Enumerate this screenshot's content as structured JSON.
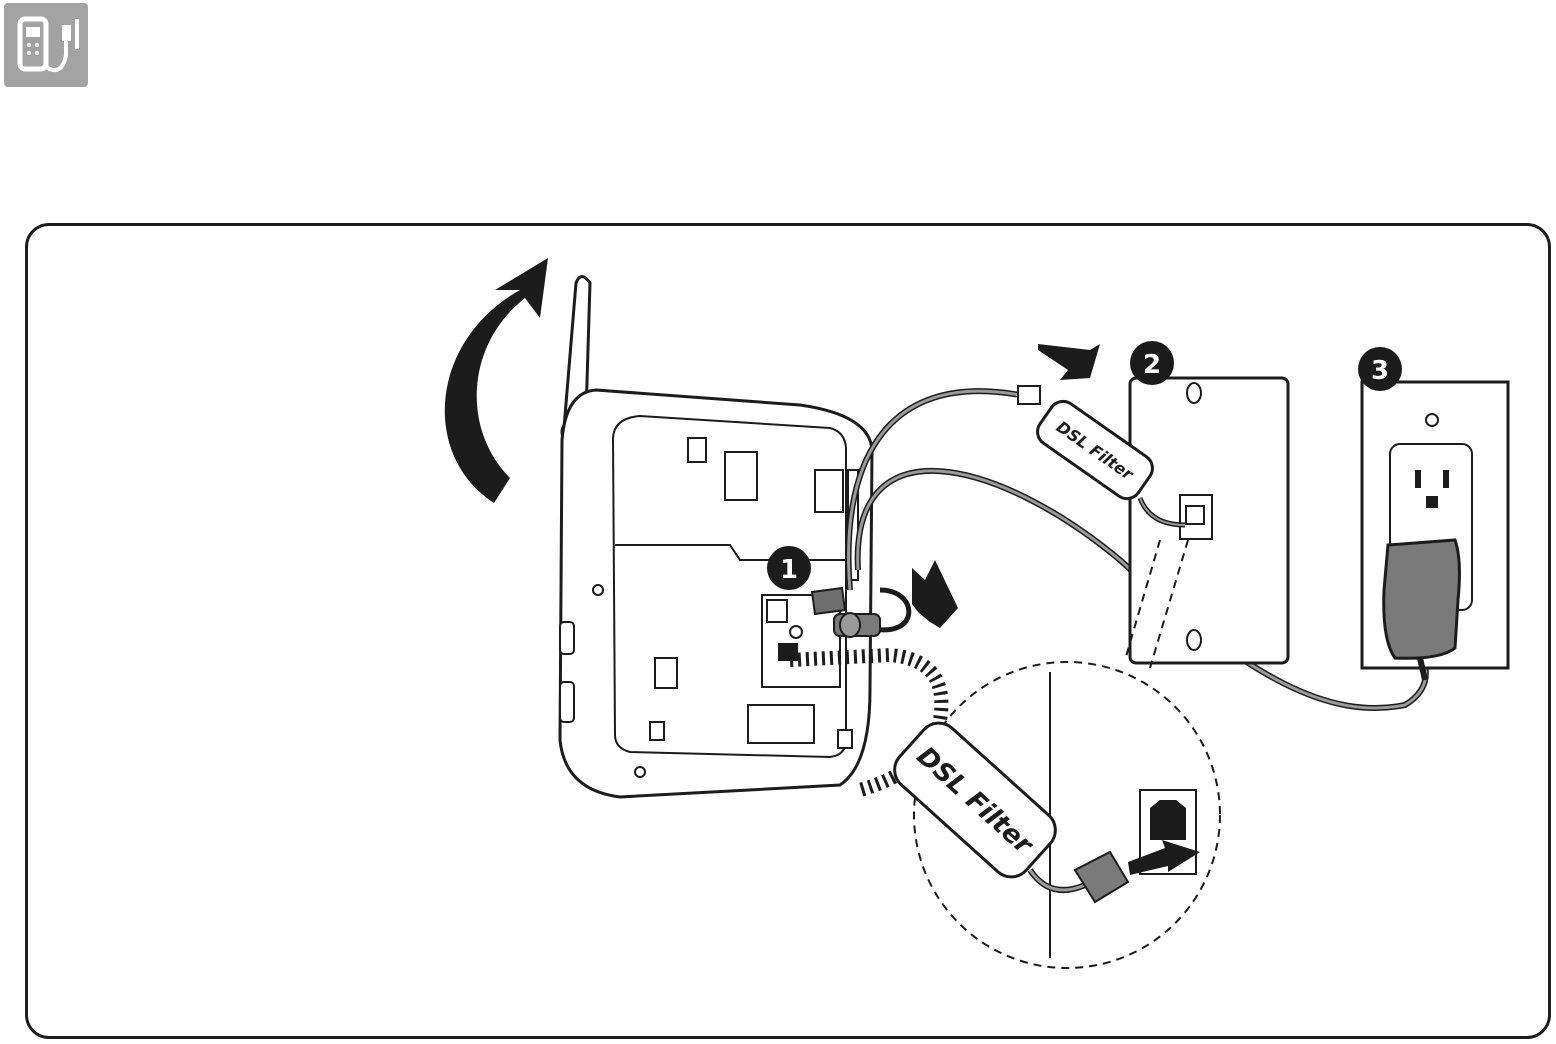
{
  "header": {
    "icon": "phone-power-connection-icon"
  },
  "steps": [
    {
      "label": "1"
    },
    {
      "label": "2"
    },
    {
      "label": "3"
    }
  ],
  "filter_labels": {
    "main": "DSL Filter",
    "zoom": "DSL Filter"
  },
  "colors": {
    "ink": "#1c1c1c",
    "icon_bg": "#a3a3a3",
    "cord": "#8a8a8a",
    "adapter": "#7a7a7a"
  }
}
